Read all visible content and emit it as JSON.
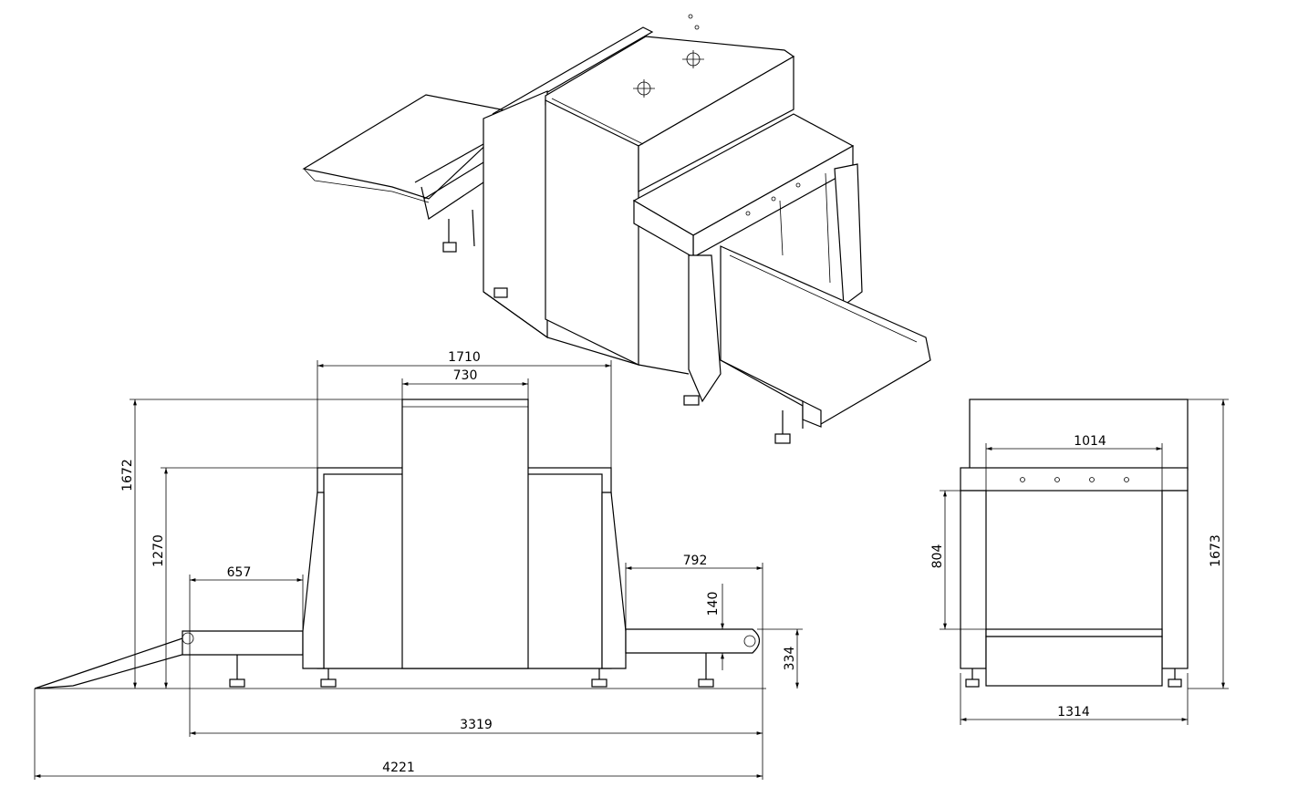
{
  "dimensions": {
    "side_top_width": "1710",
    "tunnel_width": "730",
    "overall_height": "1672",
    "tunnel_top_height": "1270",
    "entry_roller_length": "657",
    "exit_conveyor_length": "792",
    "exit_end_height": "140",
    "conveyor_height": "334",
    "body_length": "3319",
    "overall_length": "4221",
    "tunnel_opening_width": "1014",
    "tunnel_opening_height": "804",
    "front_height": "1673",
    "front_width": "1314"
  }
}
